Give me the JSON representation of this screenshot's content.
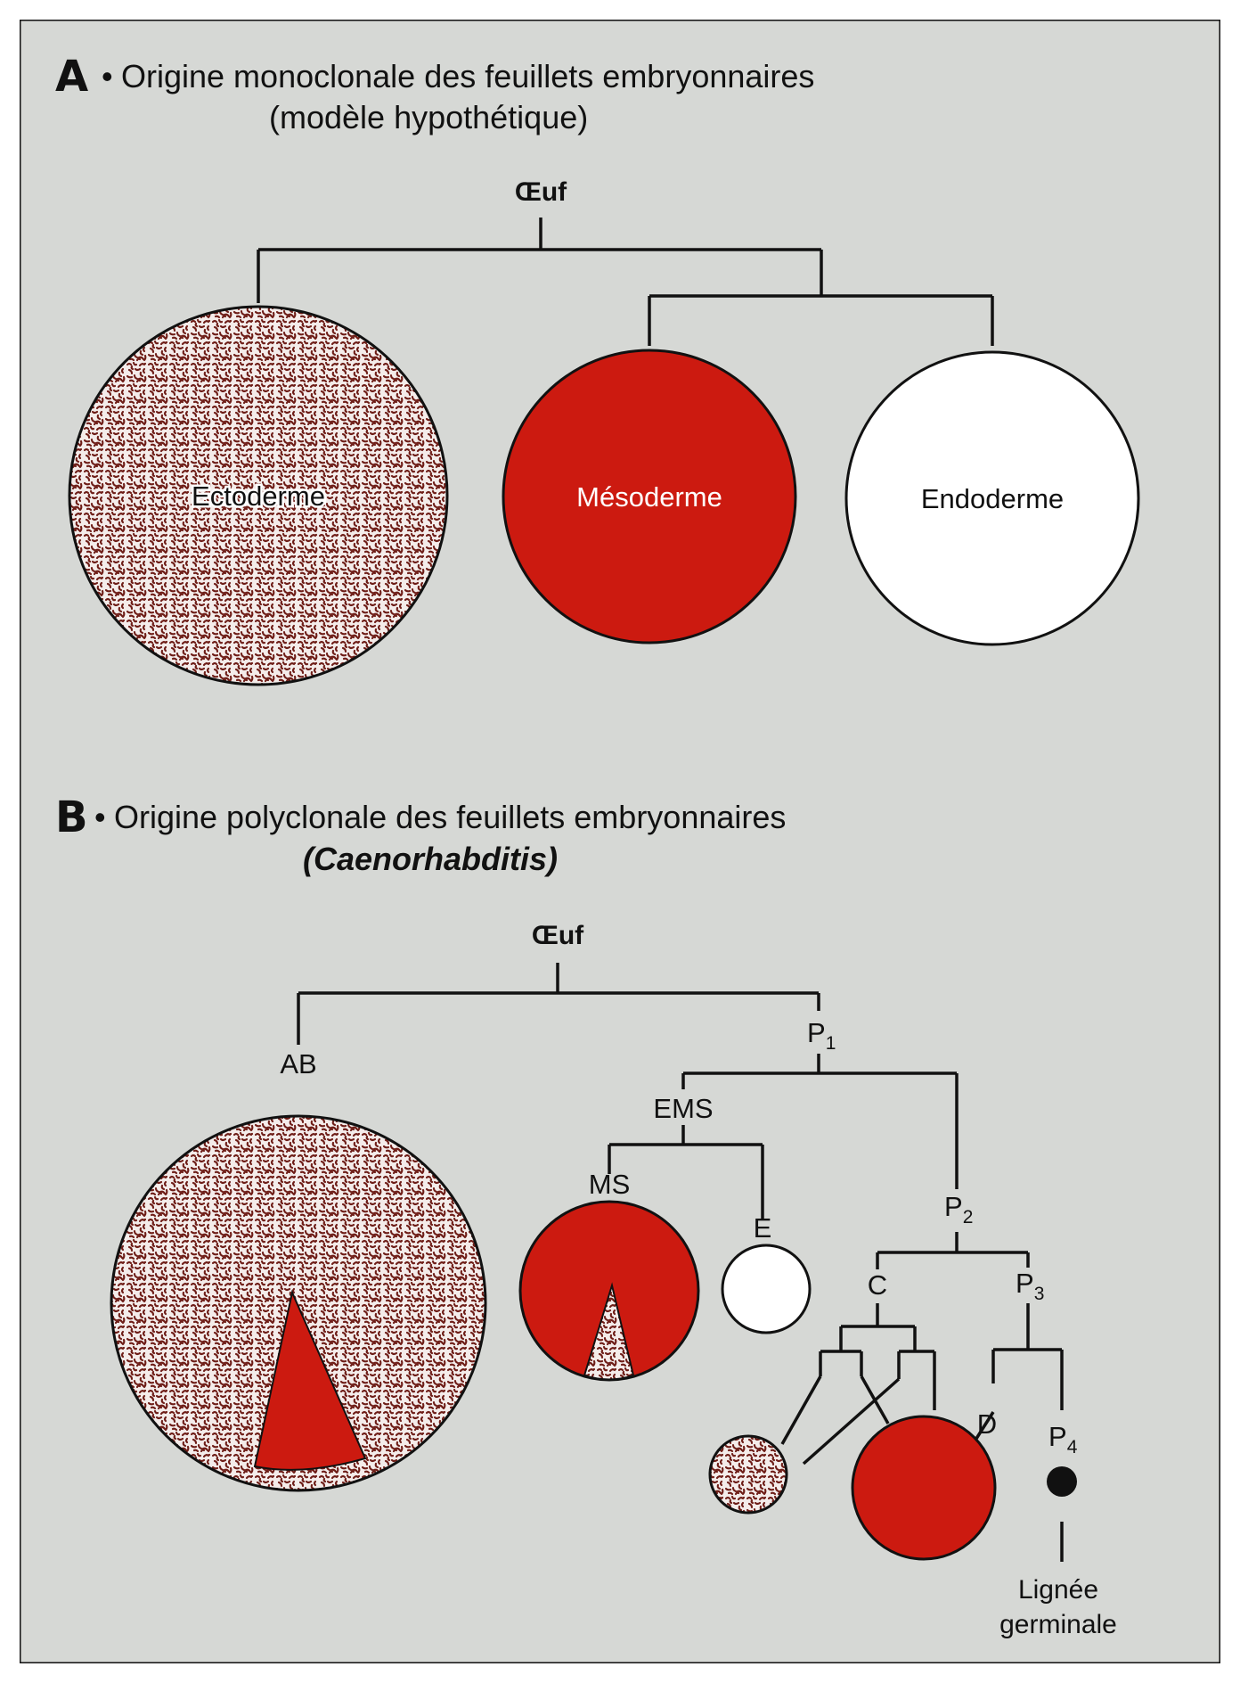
{
  "colors": {
    "background": "#d6d8d5",
    "red": "#cc1a10",
    "stipple": "#6e1d17",
    "stipple_base": "#f4ecea",
    "line": "#111111",
    "white": "#ffffff"
  },
  "panel_a": {
    "letter": "A",
    "bullet": "•",
    "title": "Origine monoclonale des feuillets embryonnaires",
    "subtitle": "(modèle hypothétique)",
    "root": "Œuf",
    "ectoderm": "Ectoderme",
    "mesoderm": "Mésoderme",
    "endoderm": "Endoderme"
  },
  "panel_b": {
    "letter": "B",
    "bullet": "•",
    "title": "Origine polyclonale des feuillets embryonnaires",
    "subtitle": "(Caenorhabditis)",
    "root": "Œuf",
    "ab": "AB",
    "p1": "P",
    "p1_sub": "1",
    "ems": "EMS",
    "ms": "MS",
    "e": "E",
    "p2": "P",
    "p2_sub": "2",
    "c": "C",
    "p3": "P",
    "p3_sub": "3",
    "d": "D",
    "p4": "P",
    "p4_sub": "4",
    "germline_line1": "Lignée",
    "germline_line2": "germinale"
  }
}
